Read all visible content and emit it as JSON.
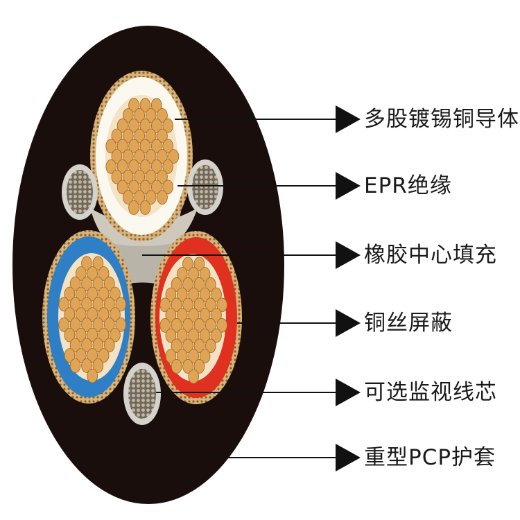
{
  "colors": {
    "sheath": "#1a0e0c",
    "copper": "#e0a456",
    "copper_edge": "#9a6426",
    "insulation_white": "#fbf8ef",
    "insulation_blue": "#2e7fc6",
    "insulation_red": "#e0301f",
    "filler": "#b9b4aa",
    "shield_braid": "#c8a26a",
    "pointer": "#111111"
  },
  "labels": [
    {
      "id": "conductor",
      "text": "多股镀锡铜导体",
      "icon": "arrow-right-icon"
    },
    {
      "id": "insulation",
      "text": "EPR绝缘",
      "icon": "arrow-right-icon"
    },
    {
      "id": "filler",
      "text": "橡胶中心填充",
      "icon": "arrow-right-icon"
    },
    {
      "id": "shield",
      "text": "铜丝屏蔽",
      "icon": "arrow-right-icon"
    },
    {
      "id": "monitor-core",
      "text": "可选监视线芯",
      "icon": "arrow-right-icon"
    },
    {
      "id": "sheath",
      "text": "重型PCP护套",
      "icon": "arrow-right-icon"
    }
  ]
}
